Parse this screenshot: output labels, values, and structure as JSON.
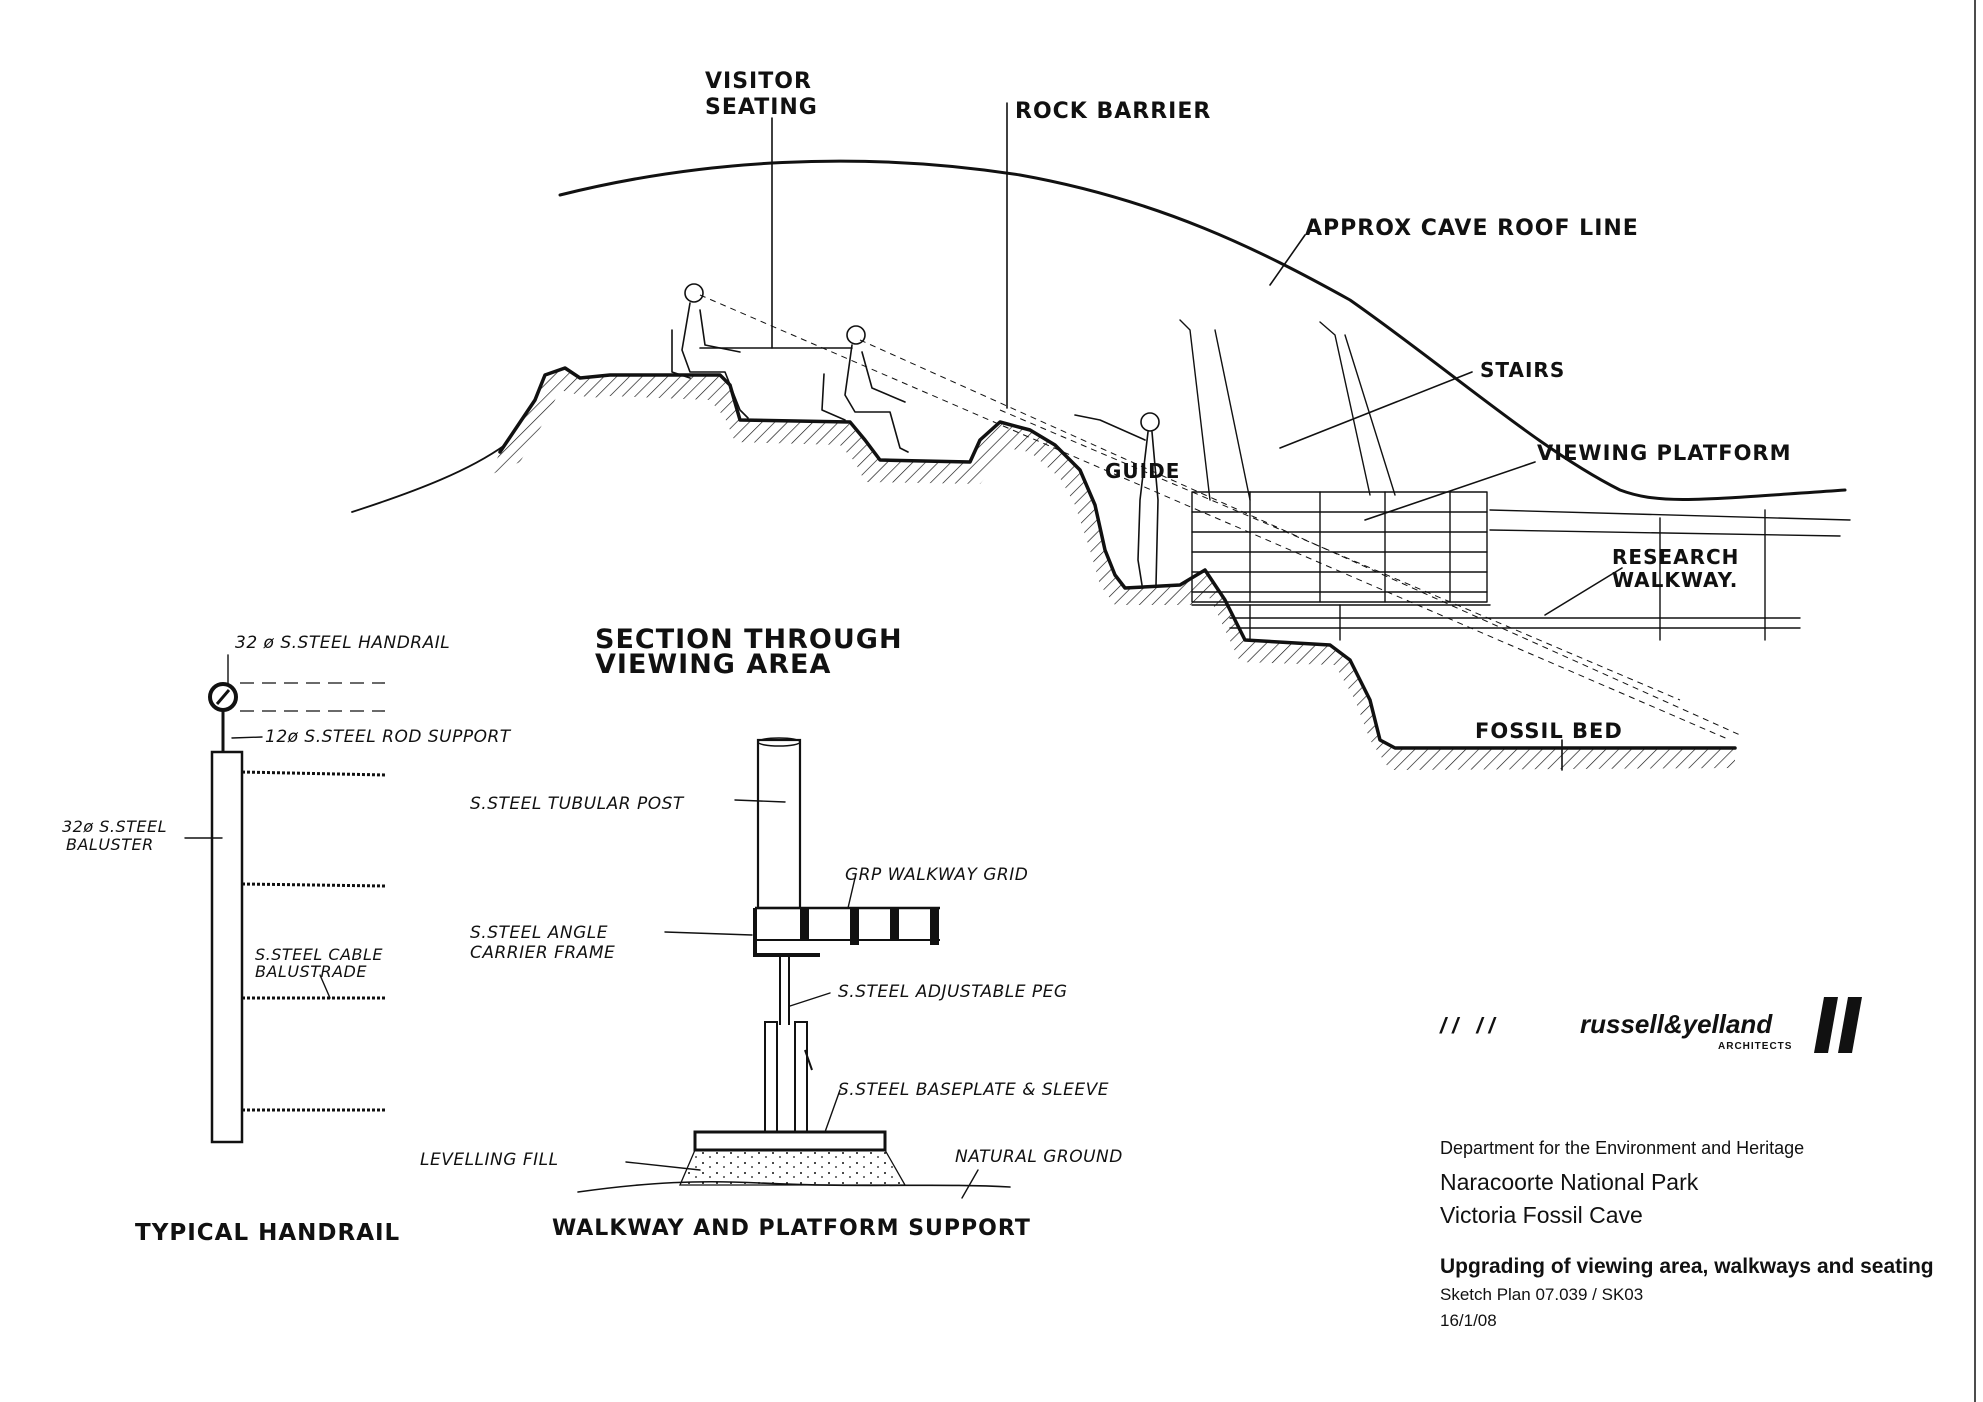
{
  "section": {
    "title_line1": "SECTION THROUGH",
    "title_line2": "VIEWING AREA",
    "labels": {
      "visitor_seating_1": "VISITOR",
      "visitor_seating_2": "SEATING",
      "rock_barrier": "ROCK BARRIER",
      "cave_roof": "APPROX CAVE ROOF LINE",
      "stairs": "STAIRS",
      "viewing_platform": "VIEWING PLATFORM",
      "guide": "GUIDE",
      "research_walkway_1": "RESEARCH",
      "research_walkway_2": "WALKWAY.",
      "fossil_bed": "FOSSIL BED"
    }
  },
  "handrail": {
    "title": "TYPICAL HANDRAIL",
    "labels": {
      "handrail": "32 ø S.STEEL HANDRAIL",
      "rod_support": "12ø S.STEEL ROD SUPPORT",
      "baluster_1": "32ø S.STEEL",
      "baluster_2": "BALUSTER",
      "cable_1": "S.STEEL CABLE",
      "cable_2": "BALUSTRADE"
    }
  },
  "support": {
    "title": "WALKWAY AND PLATFORM SUPPORT",
    "labels": {
      "post": "S.STEEL TUBULAR POST",
      "grid": "GRP WALKWAY GRID",
      "angle_1": "S.STEEL ANGLE",
      "angle_2": "CARRIER FRAME",
      "peg": "S.STEEL ADJUSTABLE PEG",
      "baseplate": "S.STEEL BASEPLATE & SLEEVE",
      "levelling": "LEVELLING FILL",
      "ground": "NATURAL GROUND"
    }
  },
  "logo": {
    "marks": "// //",
    "name": "russell&yelland",
    "subtitle": "ARCHITECTS"
  },
  "title_block": {
    "department": "Department for the Environment and Heritage",
    "park": "Naracoorte National Park",
    "cave": "Victoria Fossil Cave",
    "project": "Upgrading of viewing area, walkways and seating",
    "plan": "Sketch Plan 07.039 / SK03",
    "date": "16/1/08"
  }
}
